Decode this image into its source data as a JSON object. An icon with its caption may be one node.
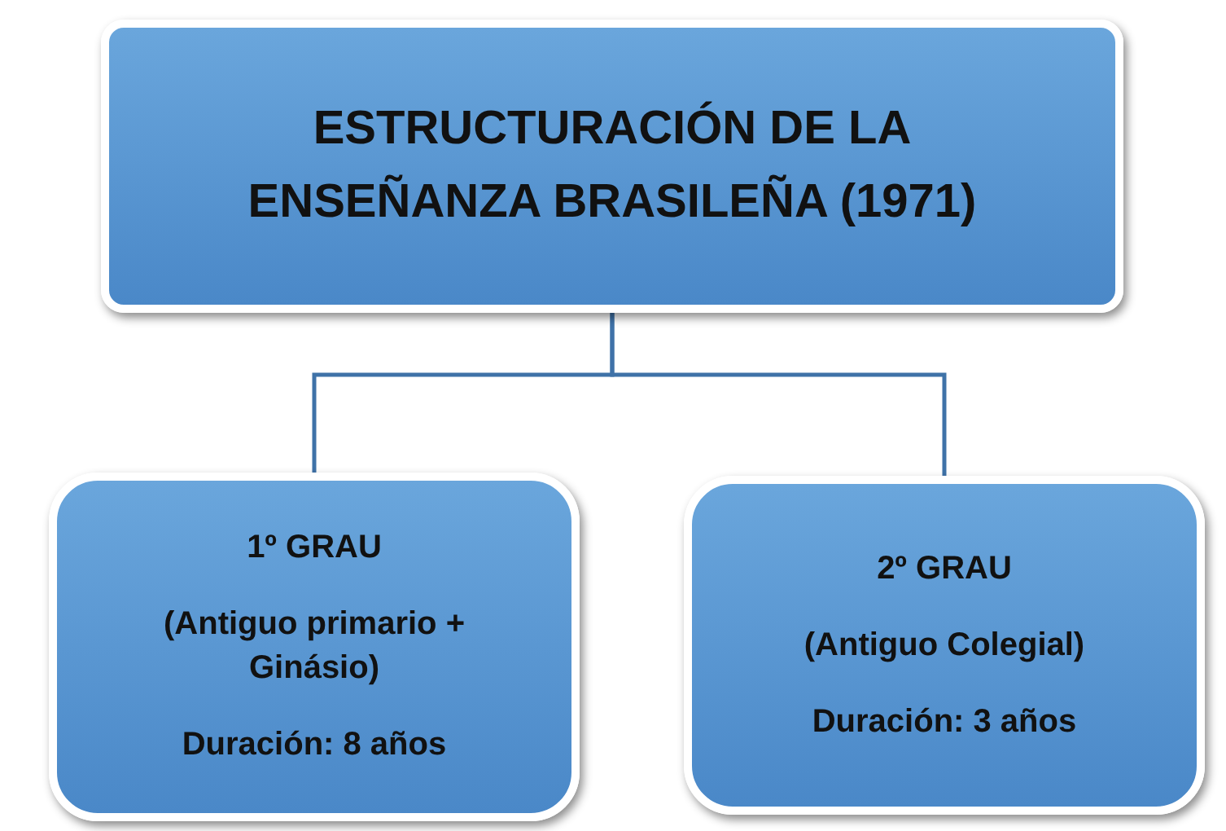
{
  "diagram": {
    "nodes": [
      {
        "text": [
          "ESTRUCTURACIÓN DE LA ENSEÑANZA BRASILEÑA (1971)"
        ]
      },
      {
        "text": [
          "1º GRAU",
          "(Antiguo primario + Ginásio)",
          "Duración: 8 años"
        ]
      },
      {
        "text": [
          "2º GRAU",
          "(Antiguo Colegial)",
          "Duración: 3 años"
        ]
      }
    ],
    "edges": [
      {
        "from": 0,
        "to": 1,
        "arrow": "none"
      },
      {
        "from": 0,
        "to": 2,
        "arrow": "none"
      }
    ]
  }
}
